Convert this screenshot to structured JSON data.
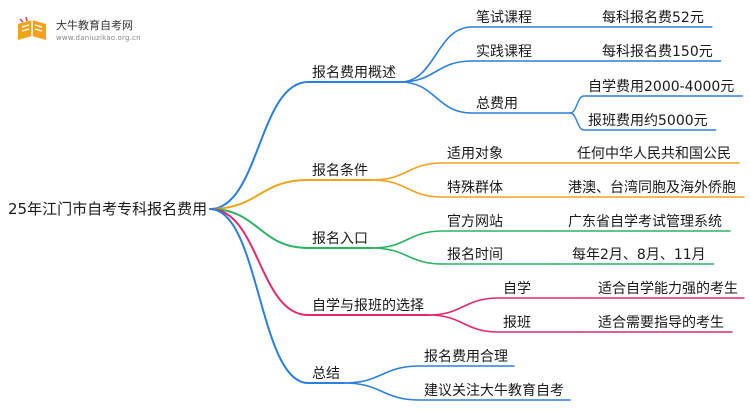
{
  "logo": {
    "name": "大牛教育自考网",
    "url": "www.daniuzikao.org.cn"
  },
  "mindmap": {
    "root": "25年江门市自考专科报名费用",
    "branches": [
      {
        "label": "报名费用概述",
        "color": "#2b7fe0",
        "children": [
          {
            "label": "笔试课程",
            "children": [
              {
                "label": "每科报名费52元"
              }
            ]
          },
          {
            "label": "实践课程",
            "children": [
              {
                "label": "每科报名费150元"
              }
            ]
          },
          {
            "label": "总费用",
            "children": [
              {
                "label": "自学费用2000-4000元"
              },
              {
                "label": "报班费用约5000元"
              }
            ]
          }
        ]
      },
      {
        "label": "报名条件",
        "color": "#f2a31b",
        "children": [
          {
            "label": "适用对象",
            "children": [
              {
                "label": "任何中华人民共和国公民"
              }
            ]
          },
          {
            "label": "特殊群体",
            "children": [
              {
                "label": "港澳、台湾同胞及海外侨胞"
              }
            ]
          }
        ]
      },
      {
        "label": "报名入口",
        "color": "#29b463",
        "children": [
          {
            "label": "官方网站",
            "children": [
              {
                "label": "广东省自学考试管理系统"
              }
            ]
          },
          {
            "label": "报名时间",
            "children": [
              {
                "label": "每年2月、8月、11月"
              }
            ]
          }
        ]
      },
      {
        "label": "自学与报班的选择",
        "color": "#e6266e",
        "children": [
          {
            "label": "自学",
            "children": [
              {
                "label": "适合自学能力强的考生"
              }
            ]
          },
          {
            "label": "报班",
            "children": [
              {
                "label": "适合需要指导的考生"
              }
            ]
          }
        ]
      },
      {
        "label": "总结",
        "color": "#2b7fe0",
        "children": [
          {
            "label": "报名费用合理"
          },
          {
            "label": "建议关注大牛教育自考"
          }
        ]
      }
    ]
  }
}
